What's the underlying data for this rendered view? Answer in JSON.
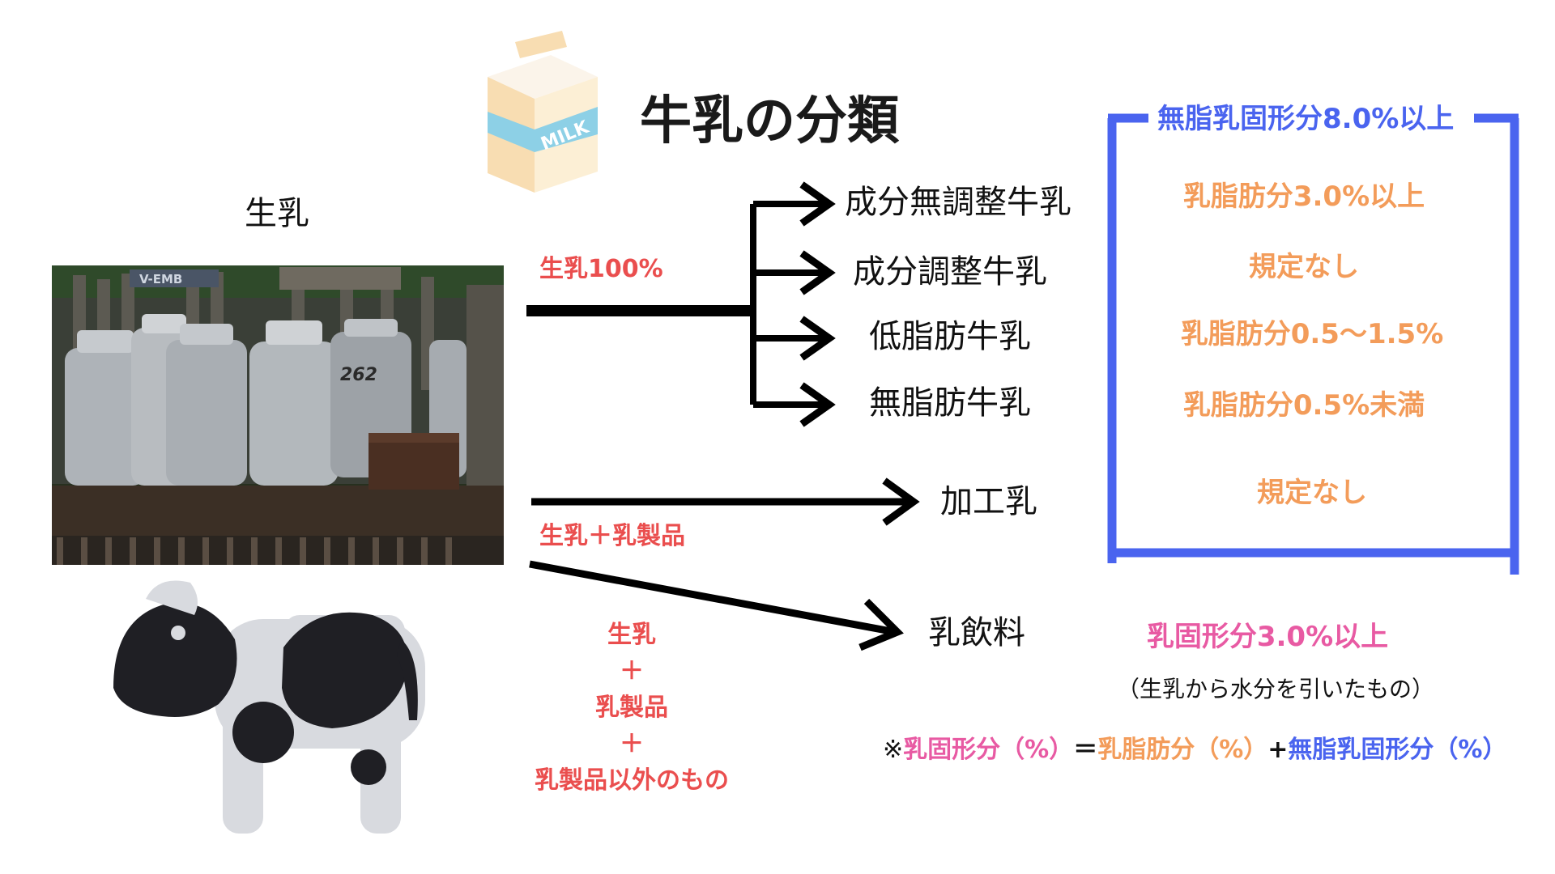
{
  "title": "牛乳の分類",
  "milk_carton_text": "MILK",
  "raw_milk_label": "生乳",
  "photo_signs": {
    "left": "V-EMB",
    "can_number": "262"
  },
  "flows": {
    "raw100": "生乳100%",
    "raw_plus_dairy": "生乳＋乳製品",
    "combo": [
      "生乳",
      "＋",
      "乳製品",
      "＋",
      "乳製品以外のもの"
    ]
  },
  "products": {
    "unadjusted": "成分無調整牛乳",
    "adjusted": "成分調整牛乳",
    "lowfat": "低脂肪牛乳",
    "nonfat": "無脂肪牛乳",
    "processed": "加工乳",
    "drink": "乳飲料"
  },
  "box_header": "無脂乳固形分8.0%以上",
  "specs": {
    "unadjusted": "乳脂肪分3.0%以上",
    "adjusted": "規定なし",
    "lowfat": "乳脂肪分0.5～1.5%",
    "nonfat": "乳脂肪分0.5%未満",
    "processed": "規定なし",
    "drink": "乳固形分3.0%以上"
  },
  "note": "（生乳から水分を引いたもの）",
  "formula": {
    "prefix": "※",
    "term1": "乳固形分（%）",
    "eq": "＝",
    "term2": "乳脂肪分（%）",
    "plus": "+",
    "term3": "無脂乳固形分（%）"
  },
  "colors": {
    "red": "#ea4e4e",
    "orange": "#f39c5a",
    "blue": "#4a64ef",
    "pink": "#e85aa3",
    "black": "#111111"
  }
}
